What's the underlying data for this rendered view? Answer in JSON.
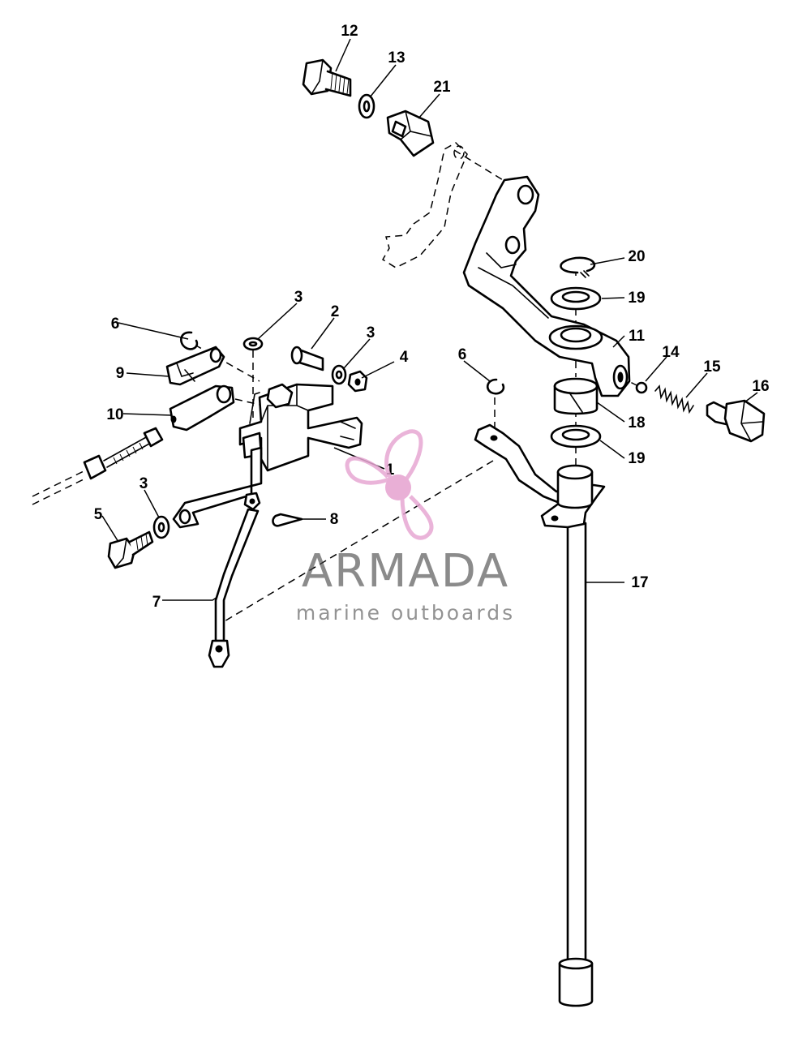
{
  "callouts": {
    "c1": "1",
    "c2": "2",
    "c3a": "3",
    "c3b": "3",
    "c3c": "3",
    "c4": "4",
    "c5": "5",
    "c6a": "6",
    "c6b": "6",
    "c7": "7",
    "c8": "8",
    "c9": "9",
    "c10": "10",
    "c11": "11",
    "c12": "12",
    "c13": "13",
    "c14": "14",
    "c15": "15",
    "c16": "16",
    "c17": "17",
    "c18": "18",
    "c19a": "19",
    "c19b": "19",
    "c20": "20",
    "c21": "21"
  },
  "watermark": {
    "title": "ARMADA",
    "subtitle": "marine outboards",
    "logo_icon": "propeller-icon",
    "colors": {
      "propeller": "#e7a8d3",
      "hub": "#e6a2cf",
      "text": "#4a4a4a"
    }
  }
}
